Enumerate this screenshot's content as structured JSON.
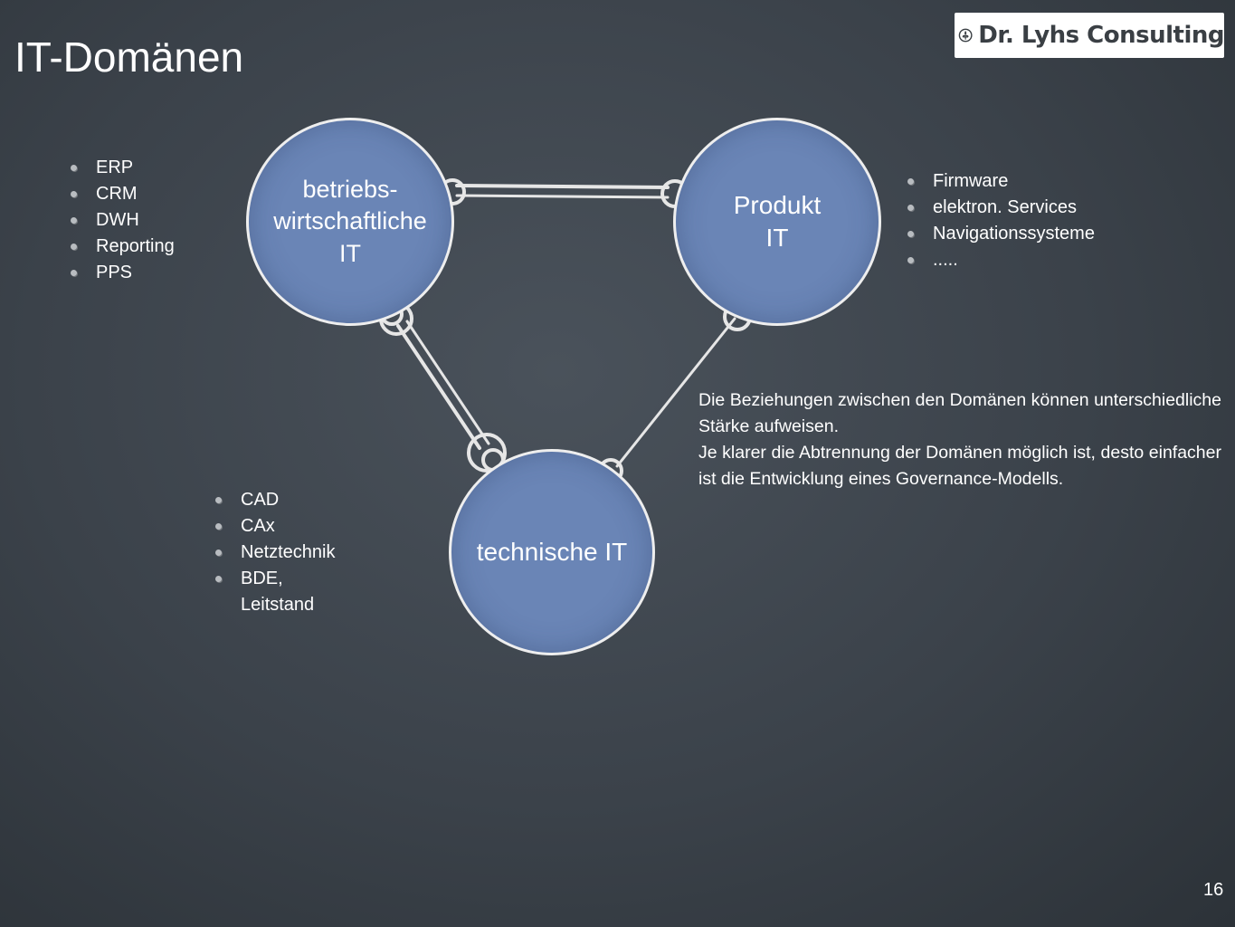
{
  "slide": {
    "title": "IT-Domänen",
    "page_number": "16"
  },
  "logo": {
    "text": "Dr. Lyhs Consulting",
    "icon": "fleur-de-lis-icon"
  },
  "domains": {
    "business": "betriebs-\nwirtschaftliche\nIT",
    "product": "Produkt\nIT",
    "technical": "technische IT"
  },
  "lists": {
    "business": [
      "ERP",
      "CRM",
      "DWH",
      "Reporting",
      "PPS"
    ],
    "product": [
      "Firmware",
      "elektron. Services",
      "Navigationssysteme",
      "....."
    ],
    "technical": [
      "CAD",
      "CAx",
      "Netztechnik",
      "BDE,\nLeitstand"
    ]
  },
  "description": {
    "line1": "Die Beziehungen zwischen den Domänen können unterschiedliche Stärke aufweisen.",
    "line2": "Je klarer die Abtrennung der Domänen möglich ist, desto einfacher ist die Entwicklung eines Governance-Modells."
  },
  "colors": {
    "background": "#3b424a",
    "circle_fill": "#6a85b6",
    "chalk": "#e6e6e6"
  }
}
